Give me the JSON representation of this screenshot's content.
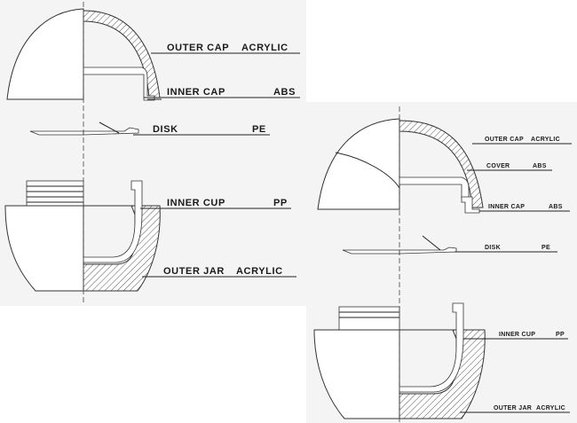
{
  "left_diagram": {
    "outer_cap": {
      "part": "OUTER CAP",
      "material": "ACRYLIC"
    },
    "inner_cap": {
      "part": "INNER CAP",
      "material": "ABS"
    },
    "disk": {
      "part": "DISK",
      "material": "PE"
    },
    "inner_cup": {
      "part": "INNER CUP",
      "material": "PP"
    },
    "outer_jar": {
      "part": "OUTER JAR",
      "material": "ACRYLIC"
    }
  },
  "right_diagram": {
    "outer_cap": {
      "part": "OUTER CAP",
      "material": "ACRYLIC"
    },
    "cover": {
      "part": "COVER",
      "material": "ABS"
    },
    "inner_cap": {
      "part": "INNER CAP",
      "material": "ABS"
    },
    "disk": {
      "part": "DISK",
      "material": "PE"
    },
    "inner_cup": {
      "part": "INNER CUP",
      "material": "PP"
    },
    "outer_jar": {
      "part": "OUTER JAR",
      "material": "ACRYLIC"
    }
  }
}
